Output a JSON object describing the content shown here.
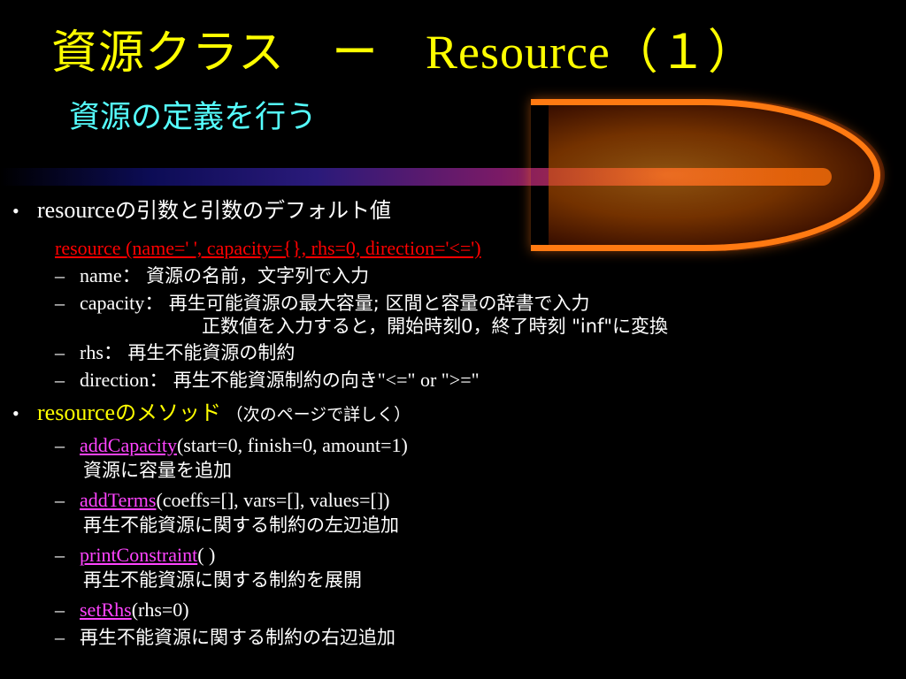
{
  "slide": {
    "title_ja": "資源クラス　ー",
    "title_en": "Resource（１）",
    "subtitle": "資源の定義を行う"
  },
  "bullets": {
    "b1_marker": "•",
    "b1_prefix": "resource",
    "b1_rest": "の引数と引数のデフォルト値",
    "signature": "resource (name=' ', capacity={}, rhs=0, direction='<=')",
    "dash": "–",
    "name_label": "name：",
    "name_desc": "資源の名前，文字列で入力",
    "capacity_label": "capacity：",
    "capacity_desc1": "再生可能資源の最大容量; 区間と容量の辞書で入力",
    "capacity_desc2": "正数値を入力すると，開始時刻0，終了時刻 \"inf\"に変換",
    "rhs_label": "rhs：",
    "rhs_desc": "再生不能資源の制約",
    "direction_label": "direction：",
    "direction_desc": "再生不能資源制約の向き",
    "direction_values": "\"<=\" or \">=\"",
    "b2_marker": "•",
    "b2_prefix": "resource",
    "b2_rest": "のメソッド",
    "b2_note": "（次のページで詳しく）"
  },
  "methods": [
    {
      "name": "addCapacity",
      "args": "(start=0, finish=0, amount=1)",
      "desc": "資源に容量を追加"
    },
    {
      "name": "addTerms",
      "args": "(coeffs=[], vars=[], values=[])",
      "desc": "再生不能資源に関する制約の左辺追加"
    },
    {
      "name": "printConstraint",
      "args": "( )",
      "desc": "再生不能資源に関する制約を展開"
    },
    {
      "name": "setRhs",
      "args": "(rhs=0)",
      "desc": "再生不能資源に関する制約の右辺追加"
    }
  ]
}
